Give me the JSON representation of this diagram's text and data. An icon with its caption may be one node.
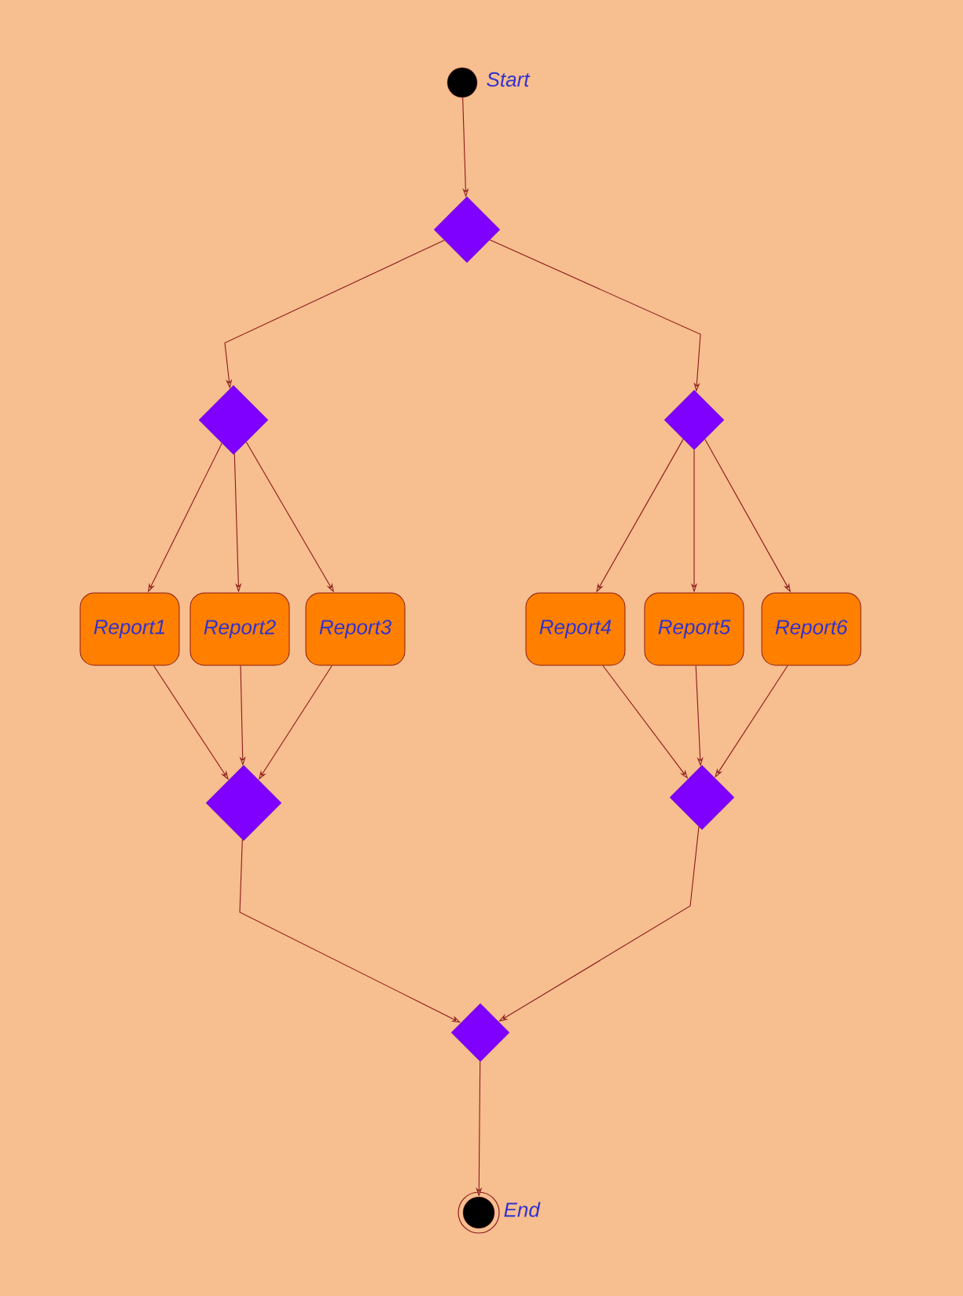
{
  "diagram": {
    "nodes": [
      {
        "text": [],
        "shape": "circle",
        "beside": [
          "Start"
        ]
      },
      {
        "text": [],
        "shape": "diamond"
      },
      {
        "text": [],
        "shape": "diamond"
      },
      {
        "text": [],
        "shape": "diamond"
      },
      {
        "text": [
          "Report1"
        ]
      },
      {
        "text": [
          "Report2"
        ]
      },
      {
        "text": [
          "Report3"
        ]
      },
      {
        "text": [
          "Report4"
        ]
      },
      {
        "text": [
          "Report5"
        ]
      },
      {
        "text": [
          "Report6"
        ]
      },
      {
        "text": [],
        "shape": "diamond"
      },
      {
        "text": [],
        "shape": "diamond"
      },
      {
        "text": [],
        "shape": "diamond"
      },
      {
        "text": [],
        "shape": "circle",
        "beside": [
          "End"
        ]
      }
    ],
    "edges": [
      {
        "from": 0,
        "to": 1,
        "arrow": "to"
      },
      {
        "from": 1,
        "to": 2,
        "arrow": "to"
      },
      {
        "from": 1,
        "to": 3,
        "arrow": "to"
      },
      {
        "from": 2,
        "to": 4,
        "arrow": "to"
      },
      {
        "from": 2,
        "to": 5,
        "arrow": "to"
      },
      {
        "from": 2,
        "to": 6,
        "arrow": "to"
      },
      {
        "from": 3,
        "to": 7,
        "arrow": "to"
      },
      {
        "from": 3,
        "to": 8,
        "arrow": "to"
      },
      {
        "from": 3,
        "to": 9,
        "arrow": "to"
      },
      {
        "from": 4,
        "to": 10,
        "arrow": "to"
      },
      {
        "from": 5,
        "to": 10,
        "arrow": "to"
      },
      {
        "from": 6,
        "to": 10,
        "arrow": "to"
      },
      {
        "from": 7,
        "to": 11,
        "arrow": "to"
      },
      {
        "from": 8,
        "to": 11,
        "arrow": "to"
      },
      {
        "from": 9,
        "to": 11,
        "arrow": "to"
      },
      {
        "from": 10,
        "to": 12,
        "arrow": "to"
      },
      {
        "from": 11,
        "to": 12,
        "arrow": "to"
      },
      {
        "from": 12,
        "to": 13,
        "arrow": "to"
      }
    ]
  }
}
